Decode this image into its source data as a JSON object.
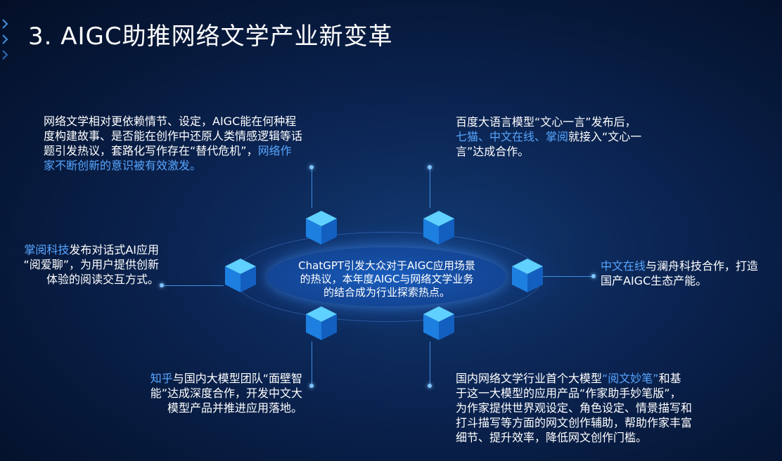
{
  "title": "3.  AIGC助推网络文学产业新变革",
  "center": {
    "lines": [
      "ChatGPT引发大众对于AIGC应用场景",
      "的热议，本年度AIGC与网络文学业务",
      "的结合成为行业探索热点。"
    ]
  },
  "blocks": {
    "top_left": {
      "lines": [
        "网络文学相对更依赖情节、设定，AIGC能在何种程",
        "度构建故事、是否能在创作中还原人类情感逻辑等话",
        "题引发热议，套路化写作存在“替代危机”，"
      ],
      "hl_a": "网络作",
      "hl_b": "家不断创新的意识被有效激发。"
    },
    "top_right": {
      "line1": "百度大语言模型“文心一言”发布后，",
      "hl": "七猫、中文在线、掌阅",
      "line2_rest": "就接入“文心一",
      "line3": "言”达成合作。"
    },
    "mid_left": {
      "hl": "掌阅科技",
      "line1_rest": "发布对话式AI应用",
      "line2": "“阅爱聊”，为用户提供创新",
      "line3": "体验的阅读交互方式。"
    },
    "mid_right": {
      "hl": "中文在线",
      "line1_rest": "与澜舟科技合作，打造",
      "line2": "国产AIGC生态产能。"
    },
    "bottom_left": {
      "hl": "知乎",
      "line1_rest": "与国内大模型团队“面壁智",
      "line2": "能”达成深度合作，开发中文大",
      "line3": "模型产品并推进应用落地。"
    },
    "bottom_right": {
      "line1_pre": "国内网络文学行业首个大模型",
      "hl": "“阅文妙笔”",
      "line1_post": "和基",
      "line2": "于这一大模型的应用产品“作家助手妙笔版”，",
      "line3": "为作家提供世界观设定、角色设定、情景描写和",
      "line4": "打斗描写等方面的网文创作辅助，帮助作家丰富",
      "line5": "细节、提升效率，降低网文创作门槛。"
    }
  },
  "colors": {
    "highlight": "#58a6ff",
    "cube_top": "#5fd0ff",
    "cube_left": "#1d7fe0",
    "cube_right": "#125fc0"
  },
  "icons": [
    "cube-icon"
  ]
}
